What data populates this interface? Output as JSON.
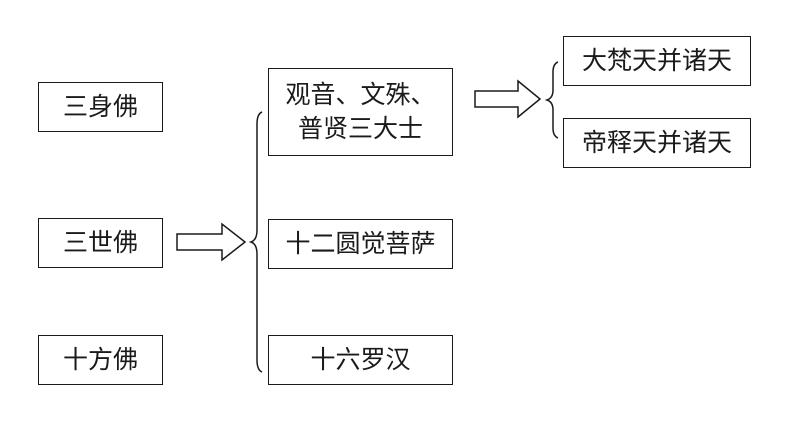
{
  "left_column": [
    {
      "label": "三身佛"
    },
    {
      "label": "三世佛"
    },
    {
      "label": "十方佛"
    }
  ],
  "middle_column": [
    {
      "lines": [
        "观音、文殊、",
        "普贤三大士"
      ]
    },
    {
      "label": "十二圆觉菩萨"
    },
    {
      "label": "十六罗汉"
    }
  ],
  "right_column": [
    {
      "label": "大梵天并诸天"
    },
    {
      "label": "帝释天并诸天"
    }
  ]
}
